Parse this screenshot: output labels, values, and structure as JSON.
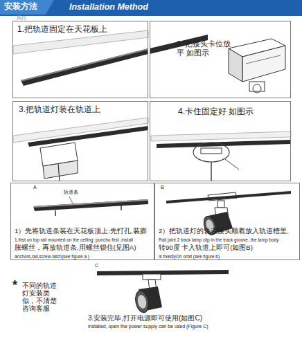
{
  "diagram": {
    "title": "Installation Method",
    "nodes": [
      {
        "text": [
          "安装方法"
        ]
      },
      {
        "text": [
          "1.把轨道固定在天花板上"
        ]
      },
      {
        "text": [
          "2. 把接头卡位放平 如图示"
        ]
      },
      {
        "text": [
          "3.把轨道灯装在轨道上"
        ]
      },
      {
        "text": [
          "4.卡住固定好 如图示"
        ]
      },
      {
        "text": [
          "A",
          "轨道条",
          "1）先将轨道条装在天花板顶上:先打孔,装膨",
          "1,first on top rail mounted on the ceiling: punchu first ,install",
          "胀螺丝，再放轨道条,用螺丝锁住(见图A)",
          "anchors,rail,screw latch(see figure a )"
        ]
      },
      {
        "text": [
          "B",
          "2）把轨道灯的轨道接头顺着放入轨道槽里,",
          "Rail joint 2 track lamp clip in the track groove, the lamp body",
          "转90度 卡入轨道上即可(如图B)",
          "is fixedlyOn orbit (see figure b)"
        ]
      },
      {
        "text": [
          "C",
          "3.安装完毕,打开电源即可使用(如图C)",
          "installed, open the power supply can be used (Figure C)"
        ]
      }
    ],
    "labels": [
      "风行",
      "*",
      "不同的轨道灯安装类似，不清楚咨询客服"
    ]
  }
}
